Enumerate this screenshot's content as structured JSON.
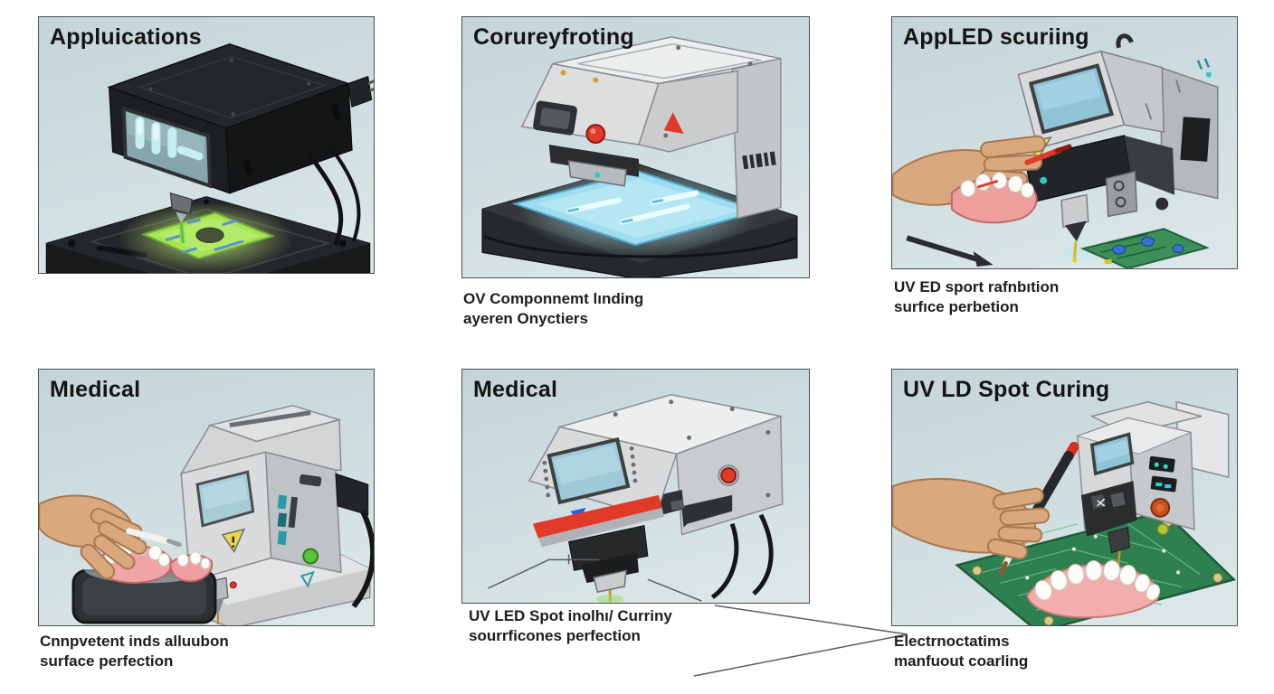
{
  "palette": {
    "page_bg": "#ffffff",
    "panel_bg_top": "#c4d5d9",
    "panel_bg_bottom": "#dde8e9",
    "panel_border": "#4a4f51",
    "title_color": "#141414",
    "caption_color": "#1d1d1d",
    "machine_light_gray": "#d8dadb",
    "machine_dark": "#1c1f21",
    "glow_green": "#a6e455",
    "glow_cyan": "#9edcef",
    "screen_teal": "#8fc4d6",
    "pcb_green": "#2f8050",
    "skin": "#d9a87e",
    "gum_pink": "#f0a6a6",
    "tooth_white": "#fcfcf9",
    "accent_red": "#e03a28",
    "warning_yellow": "#e8d84a",
    "status_green": "#55c43a"
  },
  "panels": {
    "p1": {
      "title": "Appluications"
    },
    "p2": {
      "title": "Corureyfroting",
      "caption_line1": "OV Componnemt lınding",
      "caption_line2": "ayeren Onyctiers"
    },
    "p3": {
      "title": "AppLED scuriing",
      "caption_line1": "UV ED sport rafnbıtion",
      "caption_line2": "surfıce perbetion"
    },
    "p4": {
      "title": "Mıedical",
      "caption_line1": "Cnnpvetent inds alluubon",
      "caption_line2": "surface perfection"
    },
    "p5": {
      "title": "Medical",
      "caption_line1": "UV LED Spot inolhı/ Curriny",
      "caption_line2": "sourrficones perfection"
    },
    "p6": {
      "title": "UV LD Spot Curing",
      "caption_line1": "Electrnoctatims",
      "caption_line2": "manfuout coarling"
    }
  }
}
